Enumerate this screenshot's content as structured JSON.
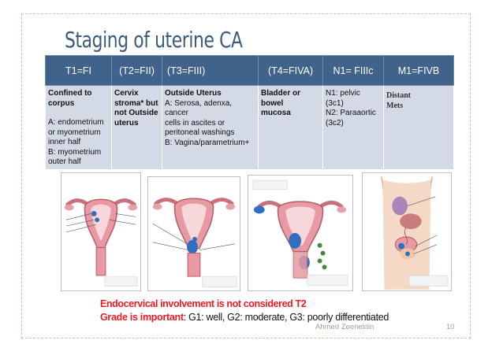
{
  "slide": {
    "title": "Staging of uterine CA",
    "table": {
      "headers": [
        "T1=FI",
        "(T2=FII)",
        "(T3=FIII)",
        "(T4=FIVA)",
        "N1= FIIIc",
        "M1=FIVB"
      ],
      "col1": {
        "hdr1": "Confined to",
        "hdr2": "corpus",
        "l1": "A: endometrium",
        "l2": "or myometrium",
        "l3": "inner half",
        "l4": "B: myometrium",
        "l5": "outer half"
      },
      "col2": {
        "l1": "Cervix",
        "l2": "stroma* but",
        "l3": "not Outside",
        "l4": "uterus"
      },
      "col3": {
        "hdr": "Outside Uterus",
        "l1": "A: Serosa, adenxa, cancer",
        "l2": "cells in ascites or",
        "l3": "peritoneal washings",
        "l4": "B: Vagina/parametrium+"
      },
      "col4": {
        "l1": "Bladder or bowel",
        "l2": "mucosa"
      },
      "col5": {
        "l1": "N1: pelvic",
        "l2": "(3c1)",
        "l3": "N2: Paraaortic",
        "l4": "(3c2)"
      },
      "col6": {
        "l1": "Distant",
        "l2": "Mets"
      }
    },
    "notes": {
      "line1": "Endocervical involvement is not considered T2",
      "line2_bold": "Grade is important",
      "line2_rest": ": G1: well, G2: moderate, G3: poorly differentiated"
    },
    "footer": {
      "author": "Ahmed Zeeneldin",
      "page": "10"
    }
  }
}
